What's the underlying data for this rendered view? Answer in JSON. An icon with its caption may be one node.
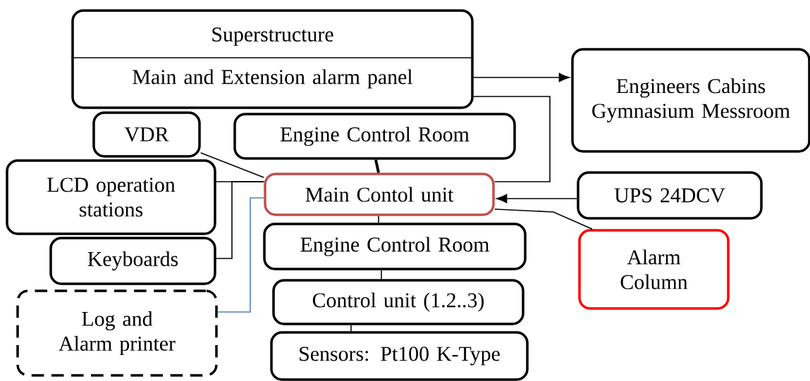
{
  "diagram": {
    "nodes": [
      {
        "text": [
          "Superstructure",
          "Main and Extension alarm panel"
        ]
      },
      {
        "text": [
          "Engineers Cabins Gymnasium Messroom"
        ]
      },
      {
        "text": [
          "VDR"
        ]
      },
      {
        "text": [
          "Engine Control Room"
        ]
      },
      {
        "text": [
          "LCD operation stations"
        ]
      },
      {
        "text": [
          "Main Contol unit"
        ]
      },
      {
        "text": [
          "UPS 24DCV"
        ]
      },
      {
        "text": [
          "Keyboards"
        ]
      },
      {
        "text": [
          "Engine Control Room"
        ]
      },
      {
        "text": [
          "Alarm Column"
        ]
      },
      {
        "text": [
          "Log and Alarm printer"
        ]
      },
      {
        "text": [
          "Control unit (1.2..3)"
        ]
      },
      {
        "text": [
          "Sensors: Pt100 K-Type"
        ]
      }
    ],
    "edges": [
      {
        "from": 0,
        "to": 1,
        "arrow": "to"
      },
      {
        "from": 0,
        "to": 5,
        "arrow": "none"
      },
      {
        "from": 2,
        "to": 5,
        "arrow": "none"
      },
      {
        "from": 3,
        "to": 5,
        "arrow": "none",
        "style": "thick"
      },
      {
        "from": 4,
        "to": 5,
        "arrow": "none"
      },
      {
        "from": 7,
        "to": 5,
        "arrow": "none"
      },
      {
        "from": 10,
        "to": 5,
        "arrow": "none",
        "color": "#4f81bd"
      },
      {
        "from": 6,
        "to": 5,
        "arrow": "to"
      },
      {
        "from": 5,
        "to": 9,
        "arrow": "none"
      },
      {
        "from": 5,
        "to": 8,
        "arrow": "none"
      },
      {
        "from": 8,
        "to": 11,
        "arrow": "none"
      },
      {
        "from": 11,
        "to": 12,
        "arrow": "none"
      }
    ]
  }
}
